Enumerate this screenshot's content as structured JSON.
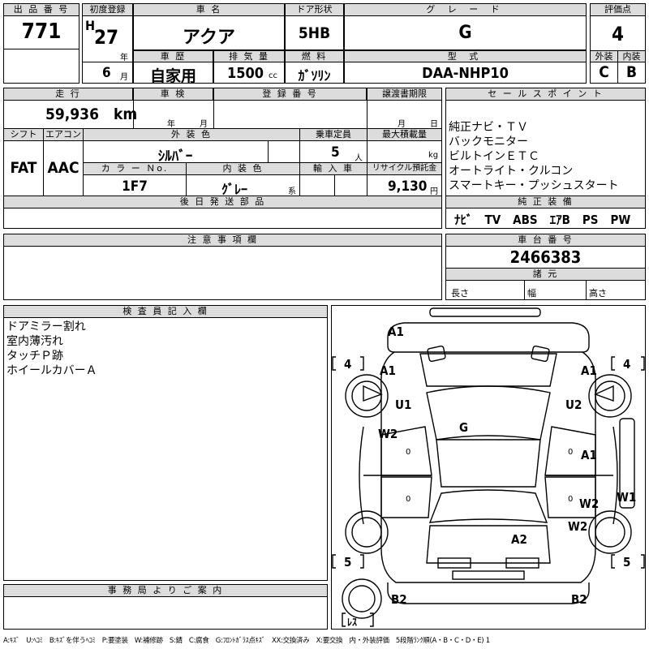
{
  "header": {
    "lot_no_label": "出 品 番 号",
    "lot_no": "771",
    "first_reg_label": "初度登録",
    "era": "H",
    "year": "27",
    "year_unit": "年",
    "month": "6",
    "month_unit": "月",
    "car_name_label": "車 名",
    "car_name": "アクア",
    "door_label": "ドア形状",
    "door": "5HB",
    "grade_label": "グ レ ー ド",
    "grade": "G",
    "score_label": "評価点",
    "score": "4",
    "exterior_label": "外装",
    "exterior": "C",
    "interior_label": "内装",
    "interior": "B",
    "history_label": "車 歴",
    "history": "自家用",
    "displacement_label": "排 気 量",
    "displacement": "1500",
    "cc_unit": "cc",
    "fuel_label": "燃 料",
    "fuel": "ｶﾞｿﾘﾝ",
    "model_label": "型 式",
    "model": "DAA-NHP10"
  },
  "row2": {
    "mileage_label": "走 行",
    "mileage": "59,936",
    "km_unit": "km",
    "inspection_label": "車 検",
    "insp_year_unit": "年",
    "insp_month_unit": "月",
    "reg_no_label": "登 録 番 号",
    "transfer_label": "譲渡書期限",
    "transfer_month_unit": "月",
    "transfer_day_unit": "日",
    "sales_points_label": "セ ー ル ス ポ イ ン ト",
    "sales_points": [
      "純正ナビ・ＴＶ",
      "バックモニター",
      "ビルトインＥＴＣ",
      "オートライト・クルコン",
      "スマートキー・プッシュスタート"
    ]
  },
  "row3": {
    "shift_label": "シフト",
    "shift": "FAT",
    "ac_label": "エアコン",
    "ac": "AAC",
    "ext_color_label": "外 装 色",
    "ext_color": "ｼﾙﾊﾞｰ",
    "capacity_label": "乗車定員",
    "capacity": "5",
    "capacity_unit": "人",
    "max_load_label": "最大積載量",
    "kg_unit": "kg",
    "color_no_label": "カ ラ ー Ｎo.",
    "color_no": "1F7",
    "int_color_label": "内 装 色",
    "int_color": "ｸﾞﾚｰ",
    "int_suffix": "系",
    "import_label": "輸 入 車",
    "recycle_label": "リサイクル預託金",
    "recycle": "9,130",
    "yen_unit": "円",
    "later_parts_label": "後 日 発 送 部 品",
    "genuine_label": "純 正 装 備",
    "genuine": "ﾅﾋﾞ　TV　ABS　ｴｱB　PS　PW"
  },
  "notes_label": "注 意 事 項 欄",
  "chassis_label": "車 台 番 号",
  "chassis": "2466383",
  "specs_label": "諸 元",
  "length_label": "長さ",
  "width_label": "幅",
  "height_label": "高さ",
  "inspector_label": "検 査 員 記 入 欄",
  "inspector_notes": [
    "ドアミラー割れ",
    "室内薄汚れ",
    "タッチＰ跡",
    "ホイールカバーＡ"
  ],
  "office_label": "事 務 局 よ り ご 案 内",
  "legend": "A:ｷｽﾞ　U:ﾍｺﾐ　B:ｷｽﾞを伴うﾍｺﾐ　P:要塗装　W:補修跡　S:錆　C:腐食　G:ﾌﾛﾝﾄｶﾞﾗｽ点ｷｽﾞ　XX:交換済み　X:要交換　内・外装評価　5段階ﾗﾝｸ順(A・B・C・D・E) 1",
  "diagram": {
    "marks": {
      "front_bumper": "A1",
      "front_left_fender": "A1",
      "front_right_fender": "A1",
      "left_front_u": "U1",
      "right_front_u": "U2",
      "windshield": "G",
      "left_door_w": "W2",
      "right_front_door": "A1",
      "right_rear_door": "W2",
      "right_rocker": "W1",
      "right_rear_fender": "W2",
      "rear_panel": "A2",
      "rear_left": "B2",
      "rear_right": "B2"
    },
    "tire_labels": [
      "4",
      "4",
      "5",
      "5",
      "ﾚｽ"
    ],
    "door_zeros": [
      "0",
      "0",
      "0",
      "0"
    ]
  }
}
